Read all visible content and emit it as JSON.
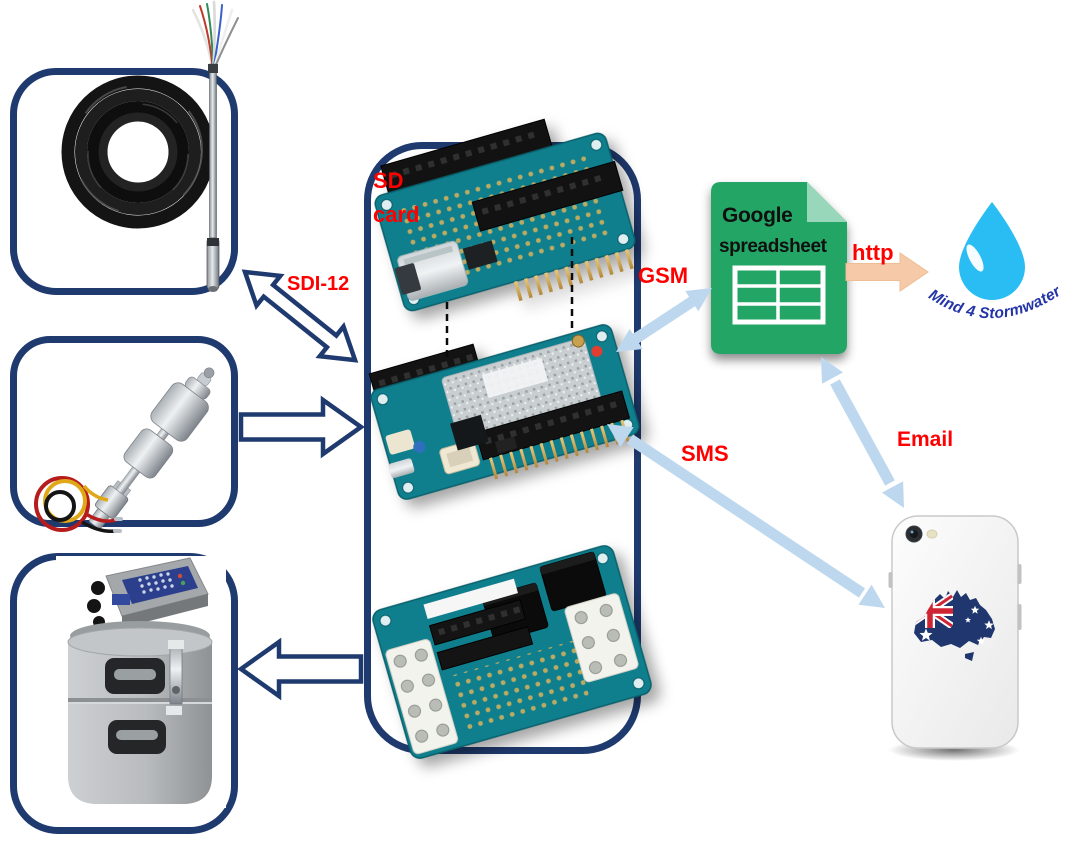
{
  "colors": {
    "box_border_navy": "#1f3a6e",
    "label_red": "#ff0000",
    "arrow_light_blue": "#bdd7ee",
    "arrow_peach": "#f6caa8",
    "sheet_green": "#23a566",
    "sheet_fold_green": "#98d7b9",
    "pcb_teal": "#0f7f8d",
    "drop_blue": "#2abdf4",
    "logo_text_blue": "#2334a6"
  },
  "labels": {
    "sd_line1": "SD",
    "sd_line2": "card"
  },
  "edges": {
    "sdi12": {
      "label": "SDI-12"
    },
    "float_to_logger": {
      "label": ""
    },
    "logger_to_sampler": {
      "label": ""
    },
    "gsm": {
      "label": "GSM"
    },
    "sms": {
      "label": "SMS"
    },
    "email": {
      "label": "Email"
    },
    "http": {
      "label": "http"
    }
  },
  "spreadsheet": {
    "line1": "Google",
    "line2": "spreadsheet"
  },
  "logo": {
    "caption": "Mind 4 Stormwater"
  },
  "nodes": {
    "probe": "water-level-probe-sensor",
    "float_switch": "float-switch-sensor",
    "sampler": "automatic-water-sampler",
    "mem_shield": "arduino-mkr-mem-shield-sd",
    "gsm_board": "arduino-mkr-gsm-1400",
    "relay_shield": "arduino-mkr-relay-shield",
    "spreadsheet": "google-spreadsheet",
    "logo": "mind4stormwater-water-drop-logo",
    "phone": "smartphone-australia-case"
  }
}
